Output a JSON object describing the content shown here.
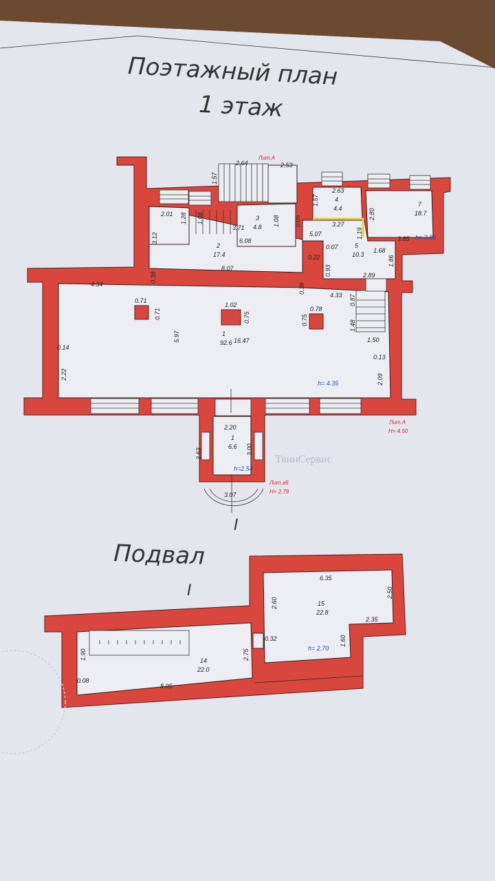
{
  "title": {
    "line1": "Поэтажный план",
    "line2": "1 этаж"
  },
  "basement_title": "Подвал",
  "section_mark": "I",
  "watermark": "ТвинСервис",
  "colors": {
    "wall": "#d9463e",
    "paper": "#e4e6ee",
    "height_text": "#1f4fb0",
    "annotation": "#dd2222"
  },
  "rooms": [
    {
      "num": "1",
      "area": "92.6"
    },
    {
      "num": "2",
      "area": "17.4"
    },
    {
      "num": "3",
      "area": "4.8"
    },
    {
      "num": "4",
      "area": "4.4"
    },
    {
      "num": "5",
      "area": "10.3"
    },
    {
      "num": "7",
      "area": "18.7"
    },
    {
      "num": "1",
      "area": "6.6"
    },
    {
      "num": "14",
      "area": "22.0"
    },
    {
      "num": "15",
      "area": "22.8"
    }
  ],
  "dims": [
    "2.64",
    "2.53",
    "1.57",
    "2.63",
    "1.57",
    "2.01",
    "1.28",
    "1.08",
    "3.71",
    "1.08",
    "0.05",
    "5.07",
    "3.27",
    "2.80",
    "3.12",
    "6.08",
    "1.19",
    "3.85",
    "1.68",
    "8.07",
    "0.07",
    "0.22",
    "0.93",
    "1.86",
    "2.89",
    "4.34",
    "0.38",
    "0.36",
    "4.33",
    "0.87",
    "0.71",
    "0.71",
    "1.02",
    "0.75",
    "0.78",
    "0.75",
    "5.97",
    "16.47",
    "1.48",
    "1.50",
    "0.14",
    "0.13",
    "2.22",
    "2.09",
    "2.20",
    "3.63",
    "3.00",
    "3.07",
    "6.35",
    "2.60",
    "2.50",
    "2.35",
    "0.32",
    "1.90",
    "2.75",
    "1.60",
    "0.08",
    "8.05"
  ],
  "heights": {
    "h1": "h= 3.83",
    "h2": "h= 4.35",
    "h3": "h=2.54",
    "h4": "h= 2.70"
  },
  "annotations": {
    "lit_a1": "Лит.А",
    "lit_a2": "Лит.А",
    "lit_a2_h": "H= 4.50",
    "lit_a6": "Лит.а6",
    "lit_a6_h": "H= 2.79"
  }
}
